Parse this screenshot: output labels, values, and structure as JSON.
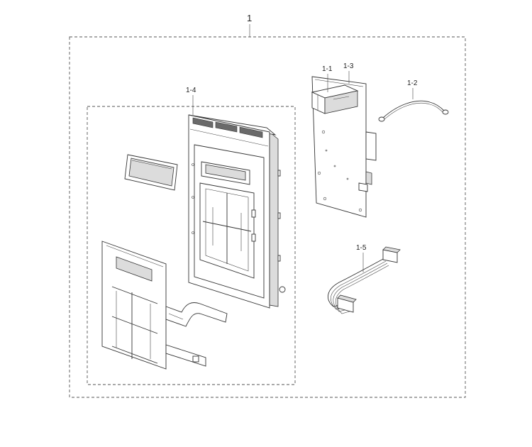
{
  "callouts": {
    "assembly": "1",
    "part_1_1": "1-1",
    "part_1_2": "1-2",
    "part_1_3": "1-3",
    "part_1_4": "1-4",
    "part_1_5": "1-5"
  }
}
